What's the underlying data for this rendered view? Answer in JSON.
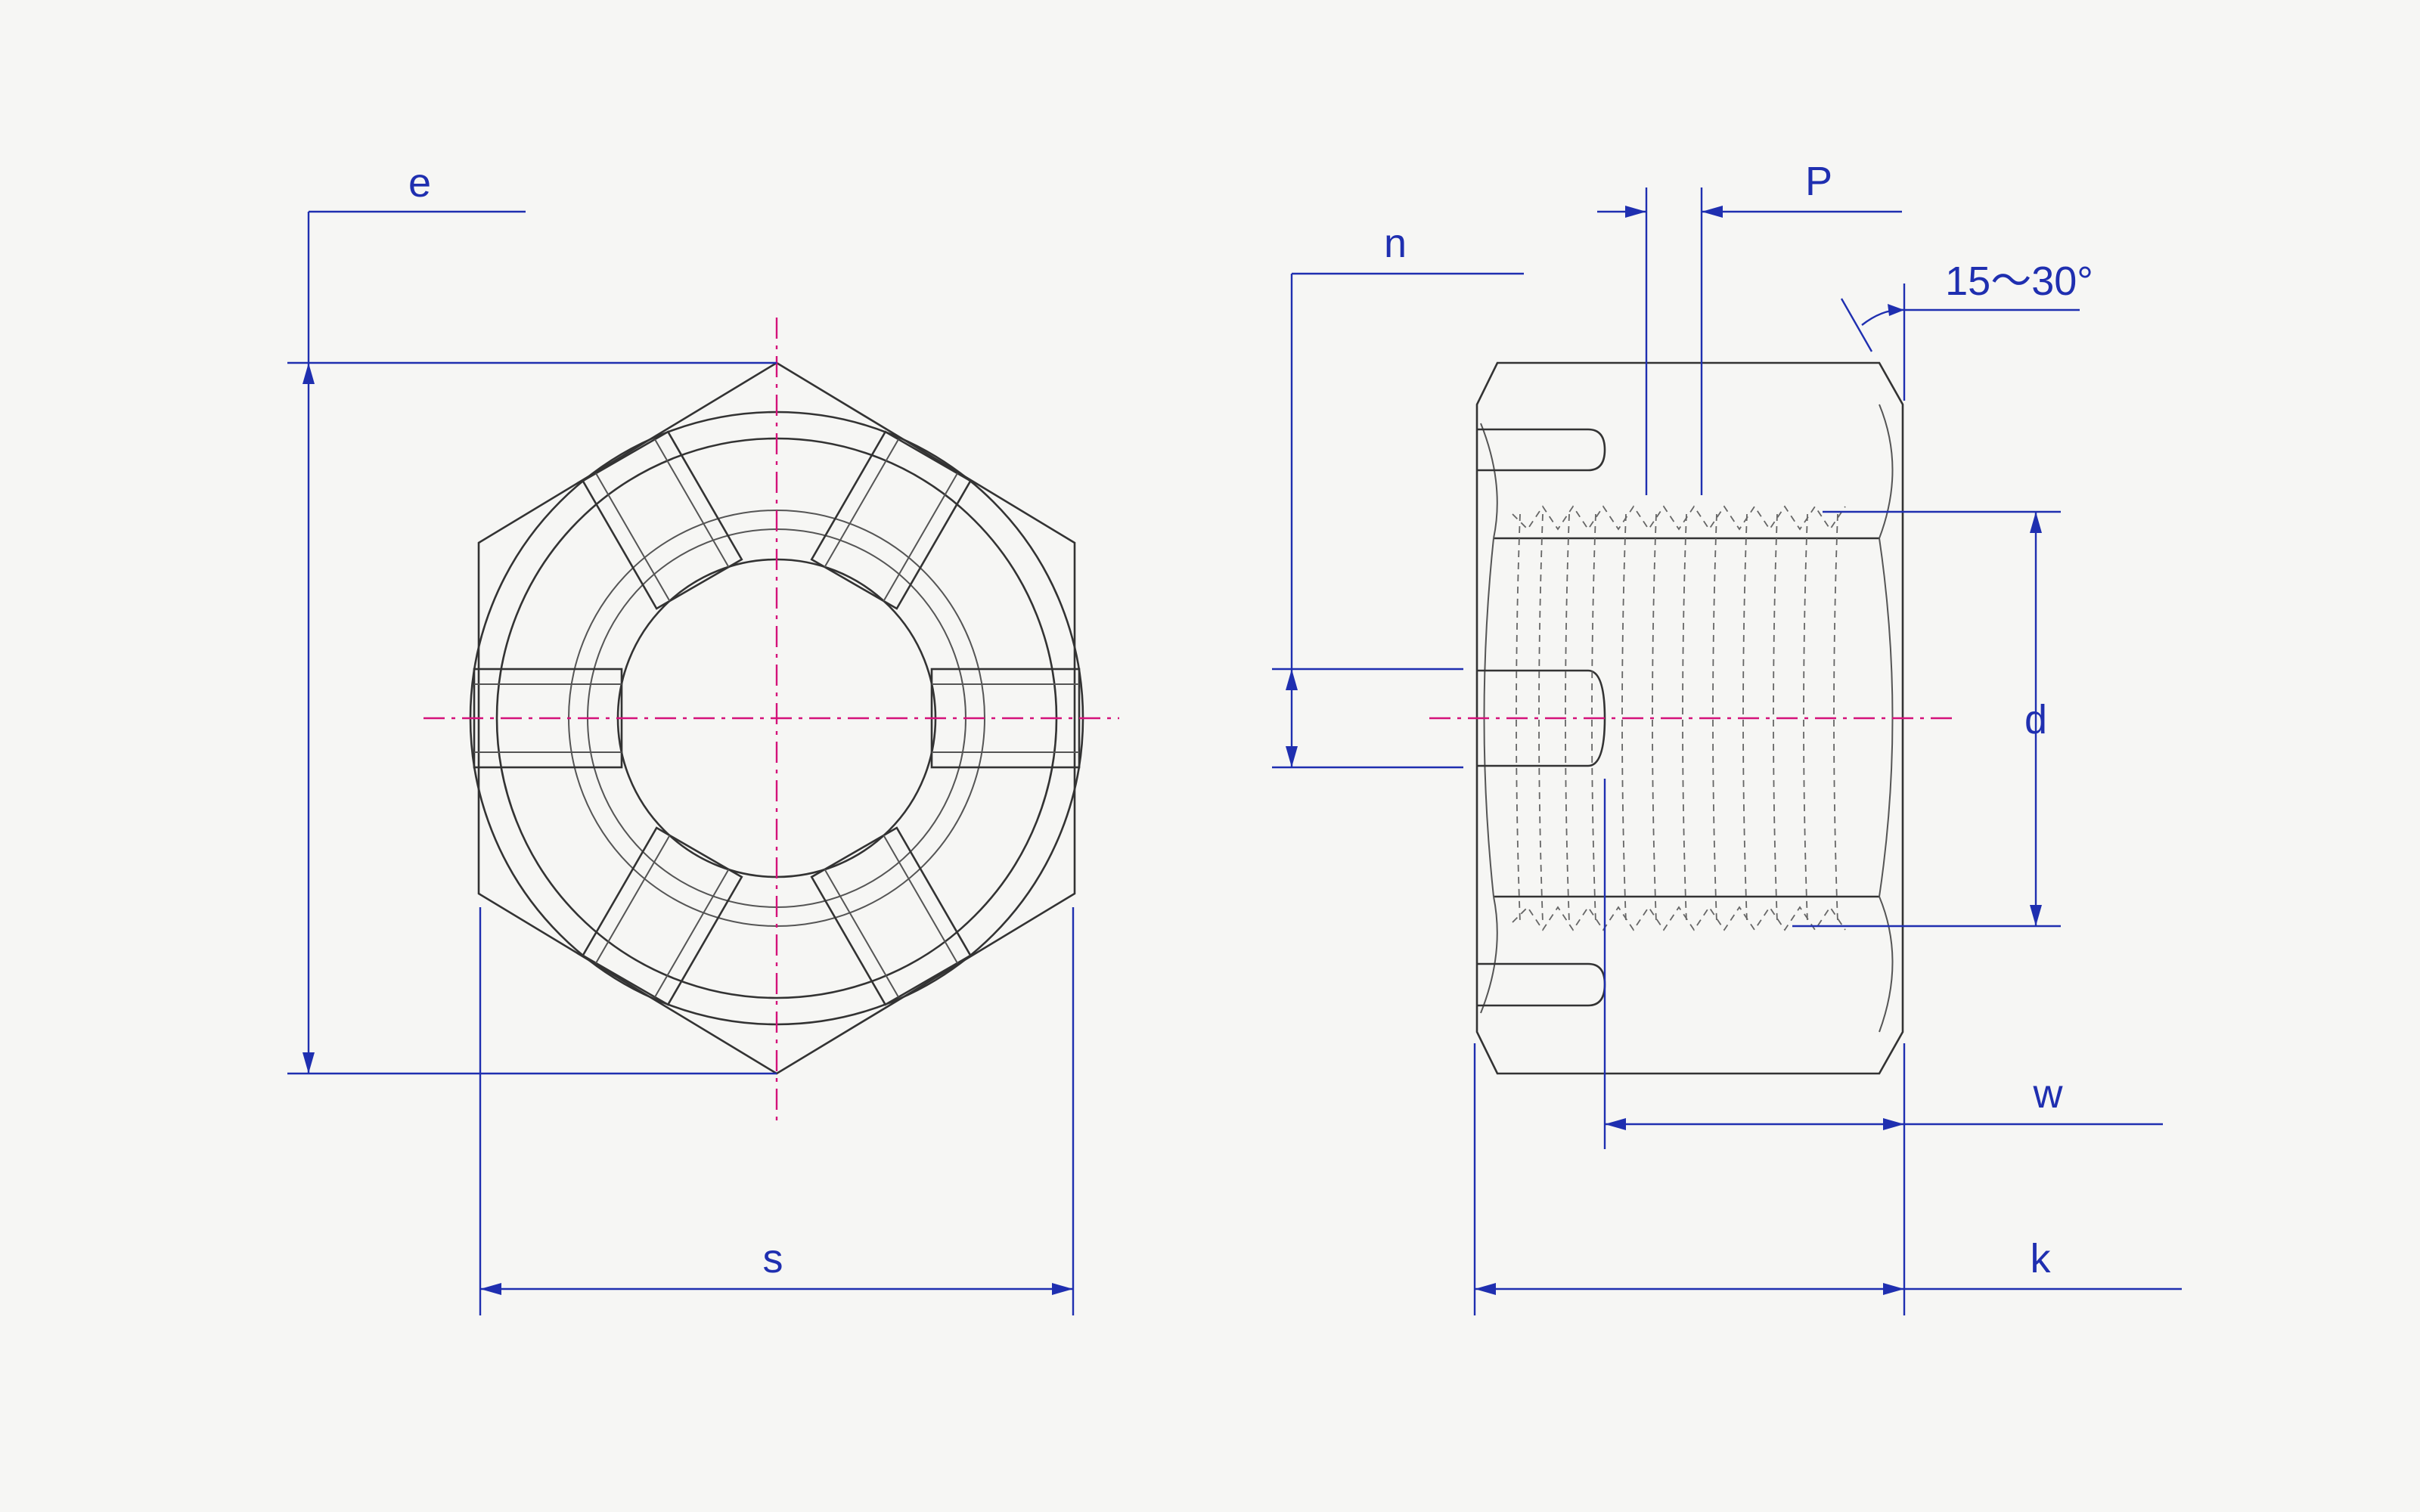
{
  "diagram": {
    "labels": {
      "e": "e",
      "s": "s",
      "n": "n",
      "p": "P",
      "angle": "15～30°",
      "d": "d",
      "w": "w",
      "k": "k"
    },
    "colors": {
      "dimension": "#1f2fb0",
      "centerline": "#d4127a",
      "object": "#333333",
      "background": "#f6f6f4"
    }
  }
}
